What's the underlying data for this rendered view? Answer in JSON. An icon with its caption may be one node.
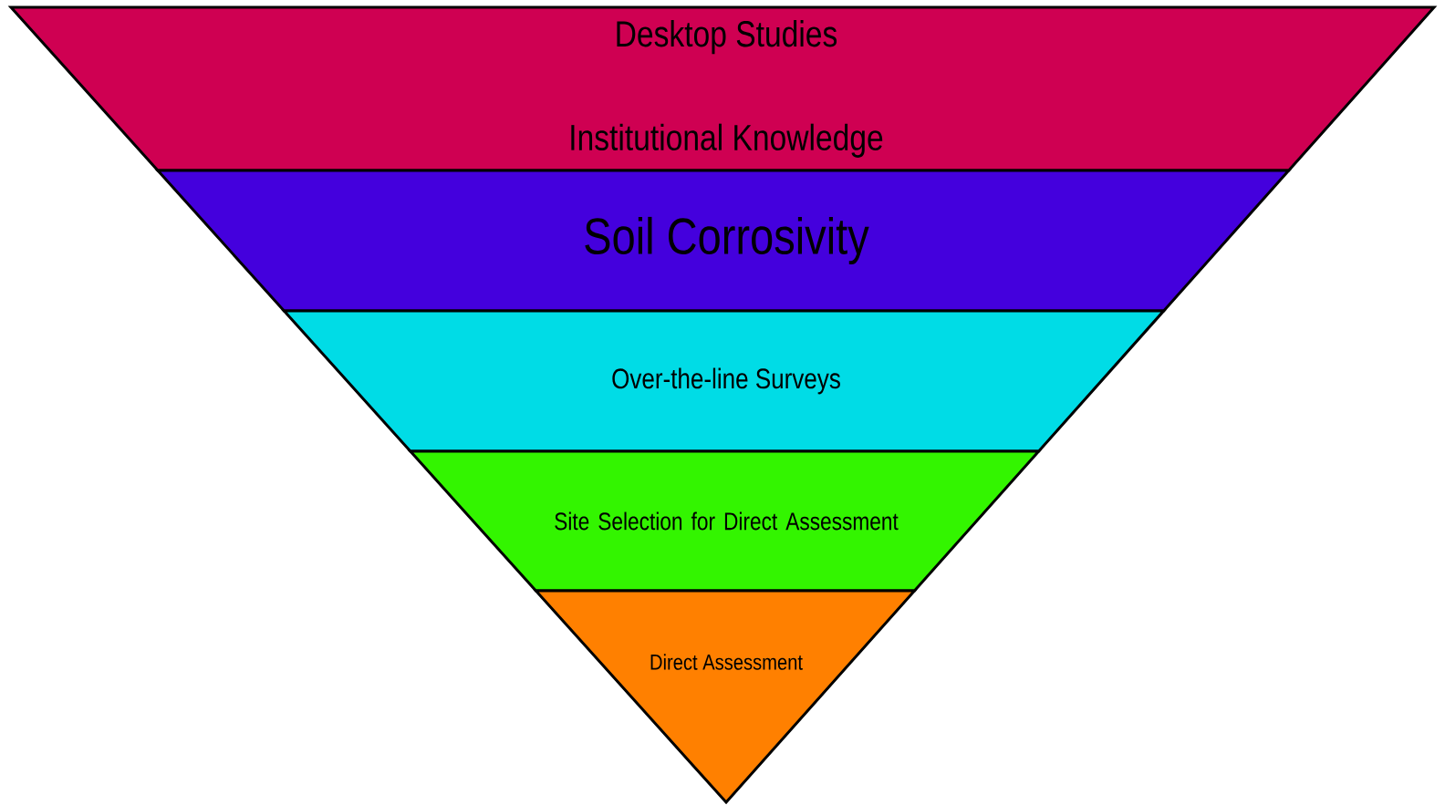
{
  "diagram": {
    "nodes": [
      {
        "text": [
          "Desktop Studies",
          "Institutional Knowledge"
        ]
      },
      {
        "text": [
          "Soil Corrosivity"
        ]
      },
      {
        "text": [
          "Over-the-line Surveys"
        ]
      },
      {
        "text": [
          "Site Selection for Direct Assessment"
        ]
      },
      {
        "text": [
          "Direct Assessment"
        ]
      }
    ]
  }
}
